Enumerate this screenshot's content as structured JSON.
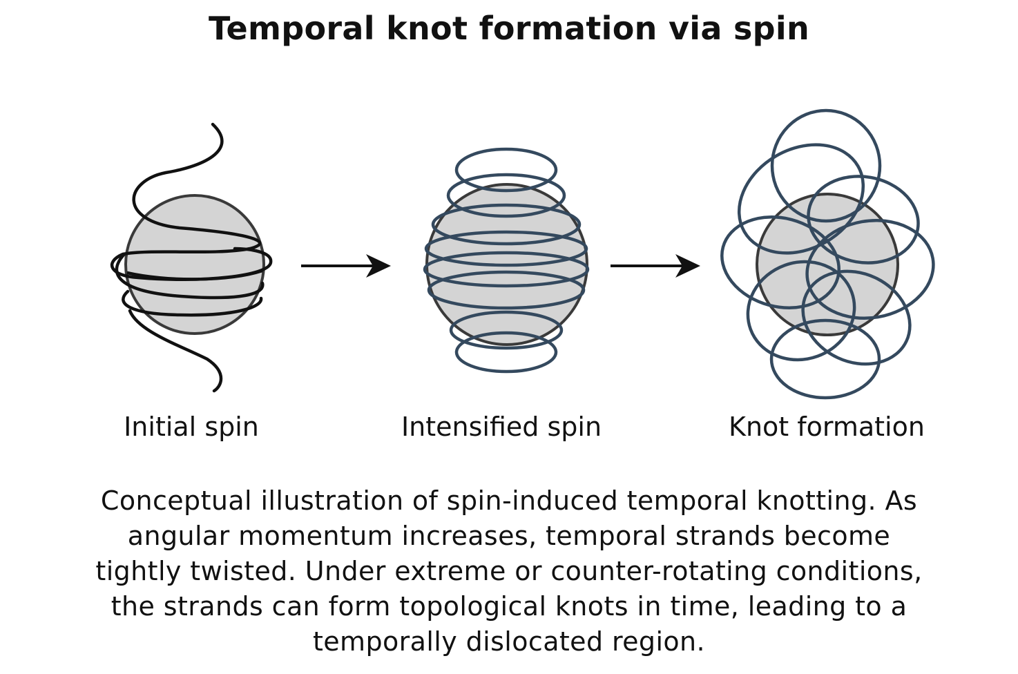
{
  "title": "Temporal knot formation via spin",
  "stages": [
    {
      "label": "Initial spin",
      "icon": "sphere-with-helix-icon"
    },
    {
      "label": "Intensified spin",
      "icon": "sphere-with-coils-icon"
    },
    {
      "label": "Knot formation",
      "icon": "sphere-with-knot-icon"
    }
  ],
  "caption_lines": [
    "Conceptual illustration of spin-induced temporal knotting. As",
    "angular momentum increases, temporal strands become",
    "tightly twisted. Under extreme or counter-rotating conditions,",
    "the strands can form topological knots in time, leading to a",
    "temporally dislocated region."
  ],
  "colors": {
    "sphere_fill": "#d4d4d4",
    "sphere_stroke": "#3a3a3a",
    "strand_initial": "#111111",
    "strand_intense": "#34495e",
    "arrow": "#111111"
  }
}
